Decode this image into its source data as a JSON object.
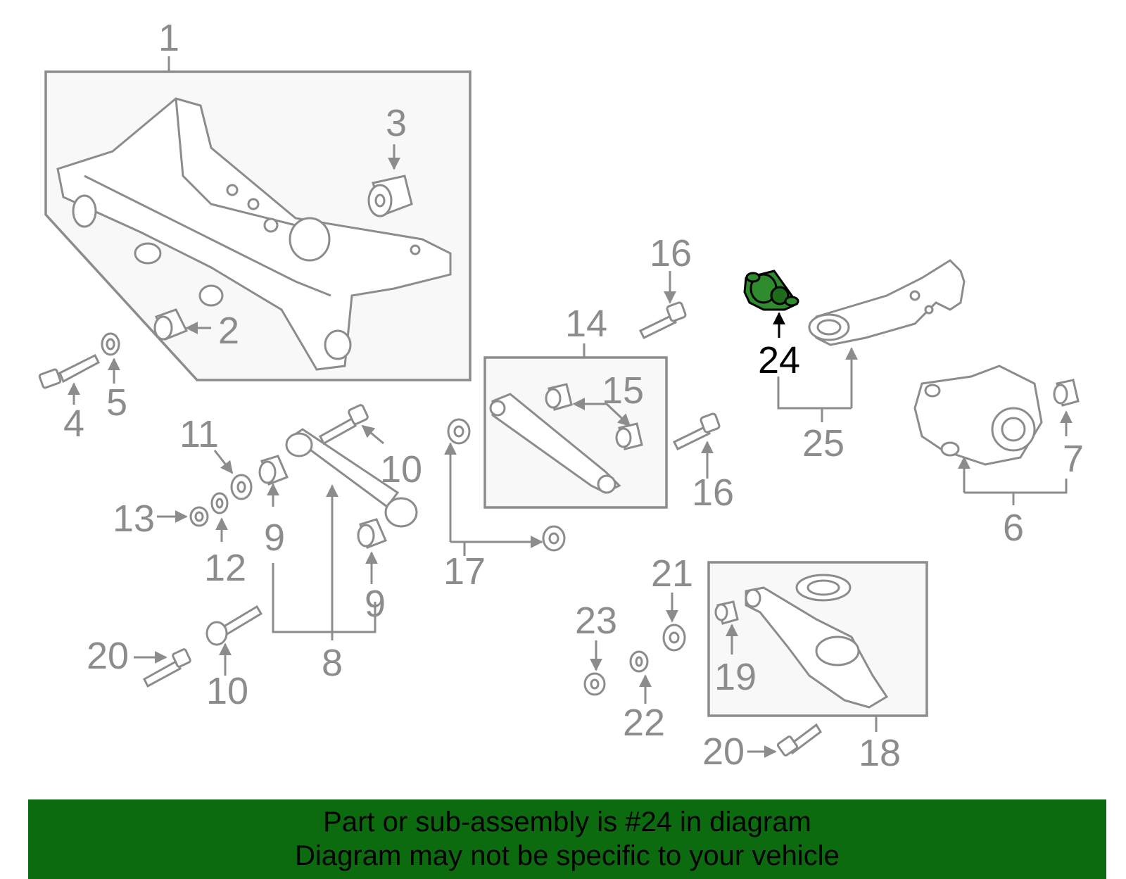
{
  "diagram": {
    "callouts": [
      "1",
      "2",
      "3",
      "4",
      "5",
      "6",
      "7",
      "8",
      "9",
      "9",
      "10",
      "10",
      "11",
      "12",
      "13",
      "14",
      "15",
      "16",
      "16",
      "17",
      "18",
      "19",
      "20",
      "20",
      "21",
      "22",
      "23",
      "24",
      "25"
    ],
    "highlighted_part": "24",
    "highlight_color": "#2e8b2e",
    "banner_color": "#0c6b0e"
  },
  "banner": {
    "line1": "Part or sub-assembly is #24 in diagram",
    "line2": "Diagram may not be specific to your vehicle"
  }
}
